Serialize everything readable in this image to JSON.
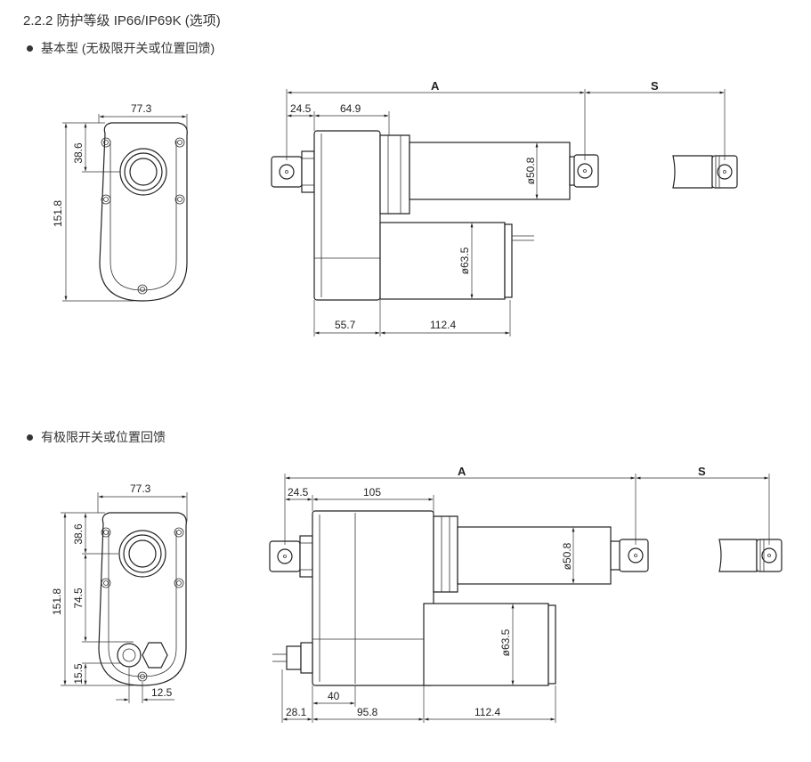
{
  "heading": "2.2.2  防护等级 IP66/IP69K (选项)",
  "section1": {
    "label": "基本型 (无极限开关或位置回馈)",
    "end_view": {
      "width": "77.3",
      "height": "151.8",
      "top": "38.6"
    },
    "side_view": {
      "A": "A",
      "S": "S",
      "d1": "24.5",
      "d2": "64.9",
      "tube_dia": "ø50.8",
      "motor_dia": "ø63.5",
      "b1": "55.7",
      "b2": "112.4"
    }
  },
  "section2": {
    "label": "有极限开关或位置回馈",
    "end_view": {
      "width": "77.3",
      "height": "151.8",
      "top": "38.6",
      "mid": "74.5",
      "low": "15.5",
      "side": "12.5"
    },
    "side_view": {
      "A": "A",
      "S": "S",
      "d1": "24.5",
      "d2": "105",
      "tube_dia": "ø50.8",
      "motor_dia": "ø63.5",
      "b0": "40",
      "b1": "28.1",
      "b2": "95.8",
      "b3": "112.4"
    }
  }
}
